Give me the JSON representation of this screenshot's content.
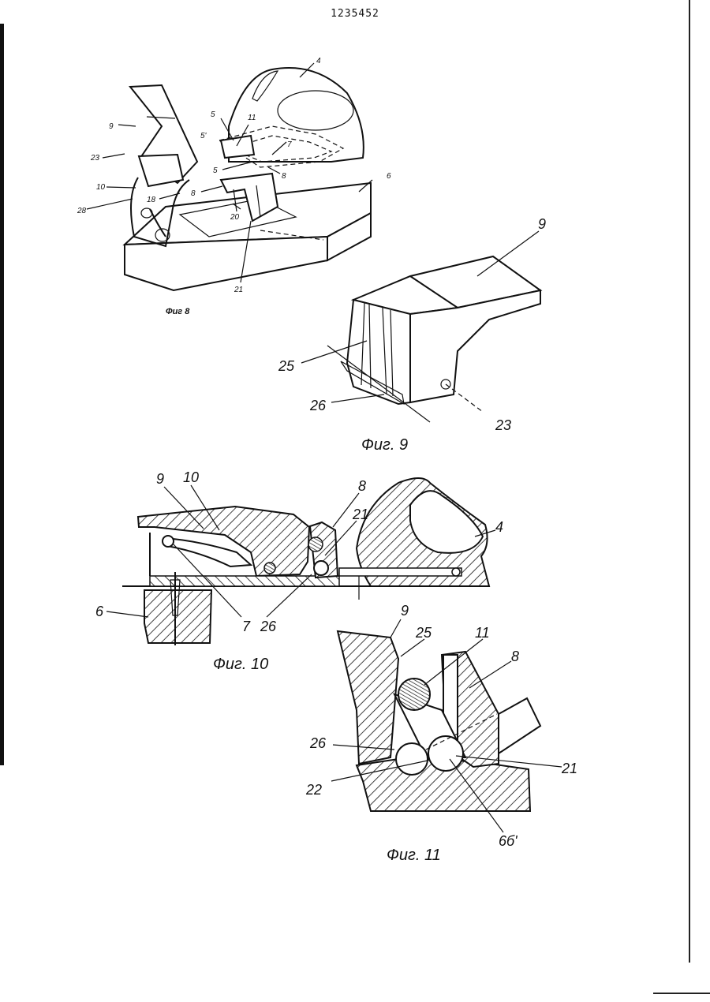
{
  "document": {
    "patent_number": "1235452"
  },
  "figures": [
    {
      "id": "fig8",
      "caption": "Фиг 8",
      "labels": [
        "4",
        "5",
        "5'",
        "11",
        "7",
        "5",
        "8",
        "6",
        "9",
        "23",
        "10",
        "18",
        "28",
        "8",
        "20",
        "21"
      ]
    },
    {
      "id": "fig9",
      "caption": "Фиг. 9",
      "labels": [
        "9",
        "25",
        "26",
        "23"
      ]
    },
    {
      "id": "fig10",
      "caption": "Фиг. 10",
      "labels": [
        "9",
        "10",
        "8",
        "21",
        "4",
        "6",
        "7",
        "26"
      ]
    },
    {
      "id": "fig11",
      "caption": "Фиг. 11",
      "labels": [
        "9",
        "25",
        "11",
        "8",
        "26",
        "21",
        "22",
        "6б'"
      ]
    }
  ]
}
